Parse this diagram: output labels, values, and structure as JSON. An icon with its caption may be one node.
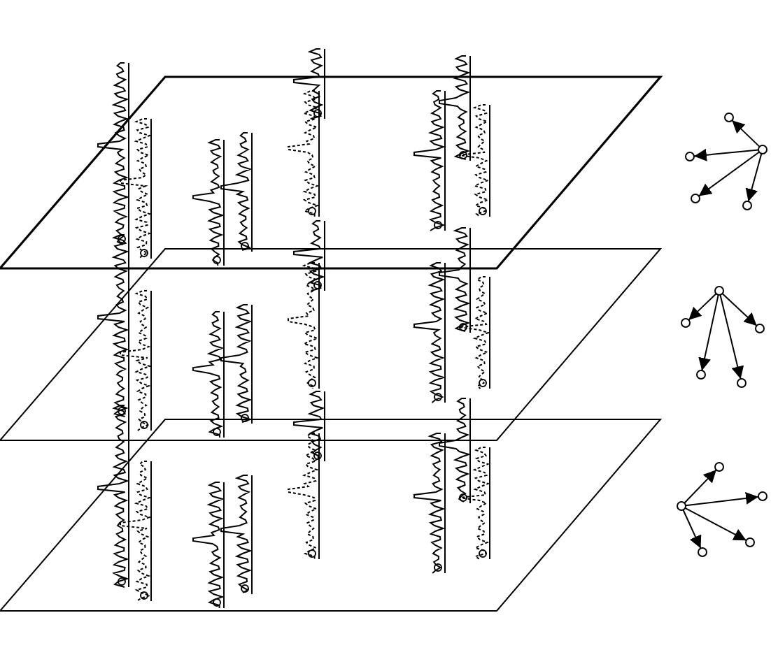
{
  "diagram": {
    "nodes": [
      {
        "text": [],
        "shape": "circle"
      },
      {
        "text": [],
        "shape": "circle"
      },
      {
        "text": [],
        "shape": "circle"
      },
      {
        "text": [],
        "shape": "circle"
      },
      {
        "text": [],
        "shape": "circle"
      },
      {
        "text": [],
        "shape": "circle"
      },
      {
        "text": [],
        "shape": "circle"
      },
      {
        "text": [],
        "shape": "circle"
      },
      {
        "text": [],
        "shape": "circle"
      },
      {
        "text": [],
        "shape": "circle"
      },
      {
        "text": [],
        "shape": "circle"
      },
      {
        "text": [],
        "shape": "circle"
      },
      {
        "text": [],
        "shape": "circle"
      },
      {
        "text": [],
        "shape": "circle"
      },
      {
        "text": [],
        "shape": "circle"
      }
    ],
    "edges": [
      {
        "from": 0,
        "to": 1,
        "arrow": "to"
      },
      {
        "from": 0,
        "to": 2,
        "arrow": "to"
      },
      {
        "from": 0,
        "to": 3,
        "arrow": "to"
      },
      {
        "from": 0,
        "to": 4,
        "arrow": "to"
      },
      {
        "from": 5,
        "to": 6,
        "arrow": "to"
      },
      {
        "from": 5,
        "to": 7,
        "arrow": "to"
      },
      {
        "from": 5,
        "to": 8,
        "arrow": "to"
      },
      {
        "from": 5,
        "to": 9,
        "arrow": "to"
      },
      {
        "from": 10,
        "to": 11,
        "arrow": "to"
      },
      {
        "from": 10,
        "to": 12,
        "arrow": "to"
      },
      {
        "from": 10,
        "to": 13,
        "arrow": "to"
      },
      {
        "from": 10,
        "to": 14,
        "arrow": "to"
      }
    ]
  }
}
